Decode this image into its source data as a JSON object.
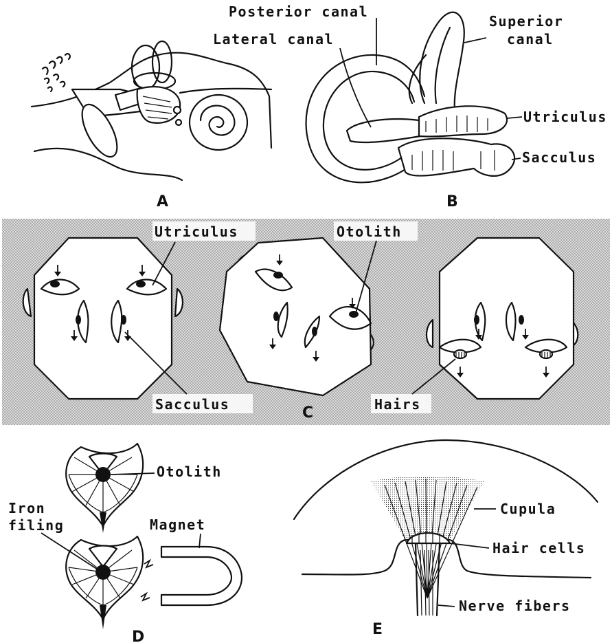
{
  "panels": {
    "a": {
      "letter": "A"
    },
    "b": {
      "letter": "B",
      "labels": {
        "posterior_canal": "Posterior canal",
        "lateral_canal": "Lateral canal",
        "superior_canal_line1": "Superior",
        "superior_canal_line2": "canal",
        "utriculus": "Utriculus",
        "sacculus": "Sacculus"
      }
    },
    "c": {
      "letter": "C",
      "labels": {
        "utriculus": "Utriculus",
        "otolith": "Otolith",
        "sacculus": "Sacculus",
        "hairs": "Hairs"
      }
    },
    "d": {
      "letter": "D",
      "labels": {
        "otolith": "Otolith",
        "iron_filing_line1": "Iron",
        "iron_filing_line2": "filing",
        "magnet": "Magnet"
      }
    },
    "e": {
      "letter": "E",
      "labels": {
        "cupula": "Cupula",
        "hair_cells": "Hair cells",
        "nerve_fibers": "Nerve fibers"
      }
    }
  },
  "colors": {
    "ink": "#111111",
    "paper": "#ffffff",
    "stipple_band": "#c9c9c9"
  }
}
